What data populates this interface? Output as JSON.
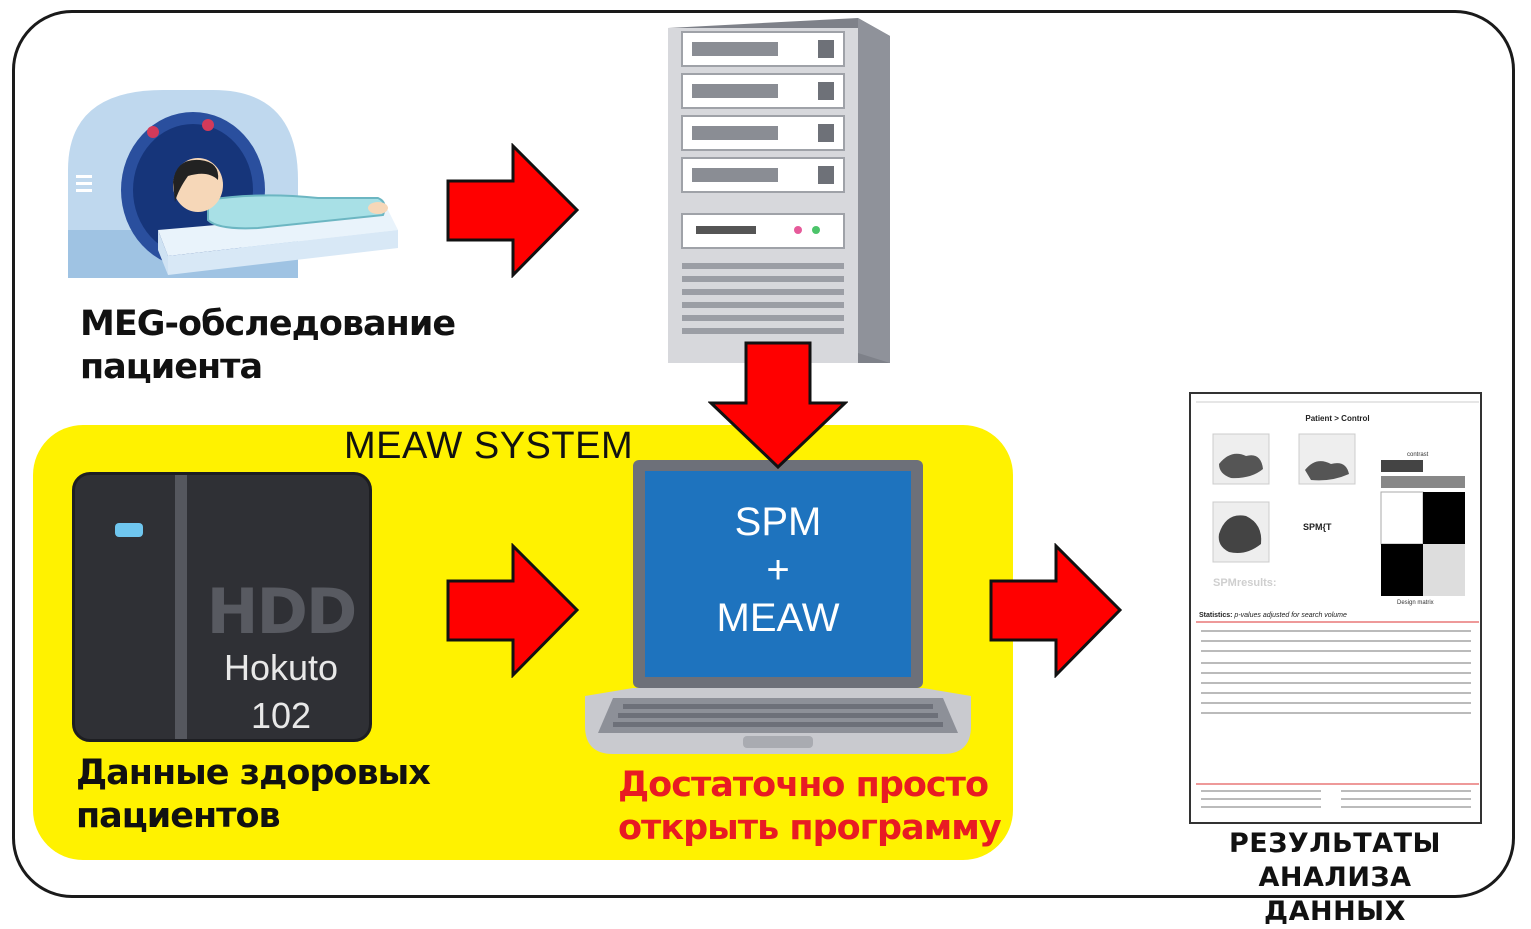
{
  "labels": {
    "meg_exam_line1": "MEG-обследование",
    "meg_exam_line2": "пациента",
    "system_title": "MEAW SYSTEM",
    "healthy_data_line1": "Данные здоровых",
    "healthy_data_line2": "пациентов",
    "easy_open_line1": "Достаточно просто",
    "easy_open_line2": "открыть программу",
    "results_line1": "РЕЗУЛЬТАТЫ",
    "results_line2": "АНАЛИЗА ДАННЫХ"
  },
  "hdd": {
    "brand": "HDD",
    "line1": "Hokuto",
    "line2": "102"
  },
  "laptop": {
    "line1": "SPM",
    "line2": "+",
    "line3": "MEAW"
  },
  "report": {
    "title": "Patient > Control",
    "stats_header": "Statistics:",
    "stats_subtitle": "p-values adjusted for search volume",
    "design_matrix": "Design matrix",
    "contrast": "contrast",
    "spm_label": "SPM{T"
  },
  "colors": {
    "arrow": "#ff0000",
    "panel": "#fff200",
    "accent_text": "#e81b23",
    "screen": "#1e73be"
  },
  "icons": [
    "mri-scanner-icon",
    "server-tower-icon",
    "hdd-icon",
    "laptop-icon",
    "spm-report-icon",
    "arrow-right-icon",
    "arrow-down-icon"
  ]
}
